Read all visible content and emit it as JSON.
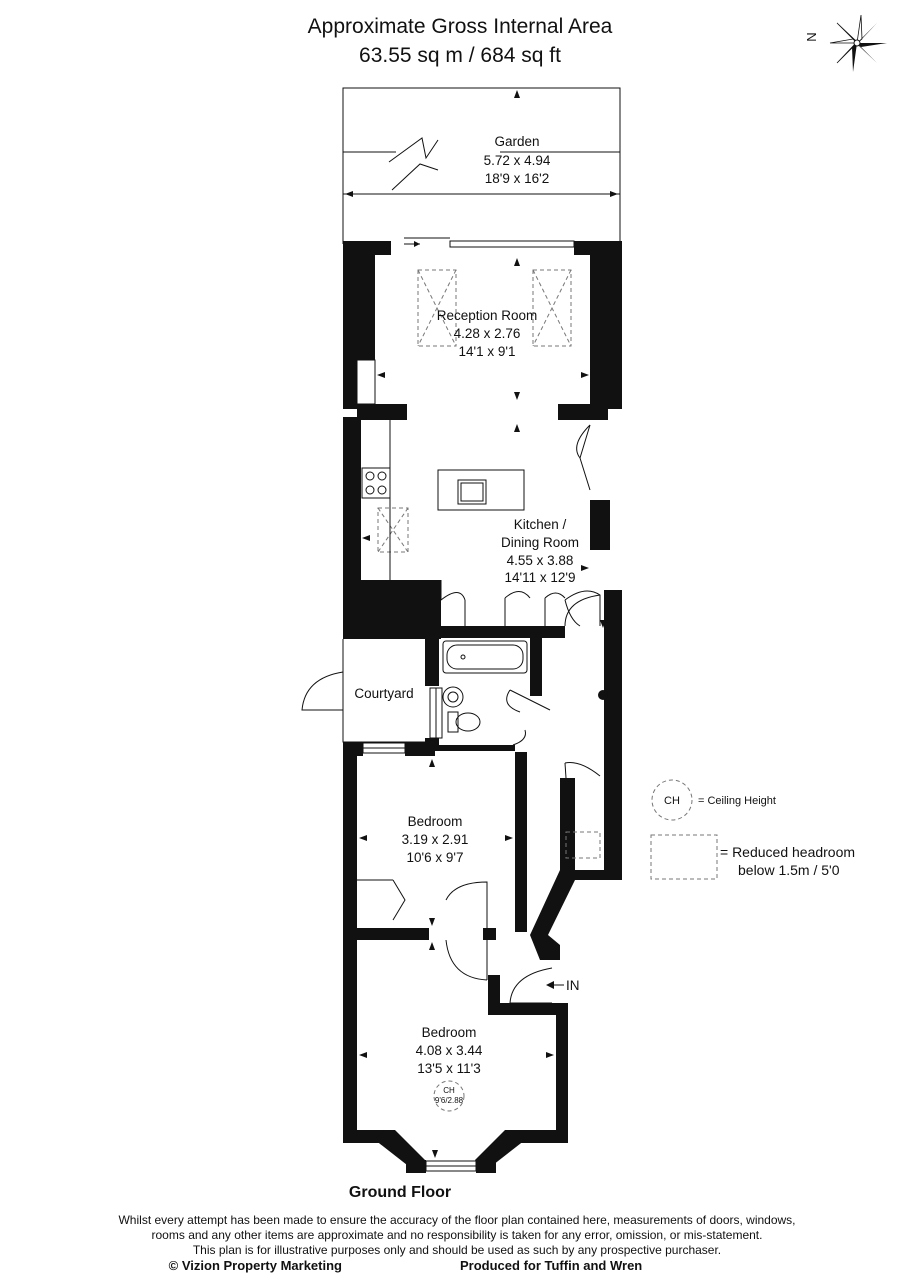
{
  "header": {
    "title": "Approximate Gross Internal Area",
    "area": "63.55 sq m / 684 sq ft"
  },
  "compass": {
    "letter": "N"
  },
  "rooms": {
    "garden": {
      "name": "Garden",
      "metric": "5.72 x 4.94",
      "imperial": "18'9 x 16'2"
    },
    "reception": {
      "name": "Reception Room",
      "metric": "4.28 x 2.76",
      "imperial": "14'1 x 9'1"
    },
    "kitchen": {
      "name_line1": "Kitchen /",
      "name_line2": "Dining Room",
      "metric": "4.55 x 3.88",
      "imperial": "14'11 x 12'9"
    },
    "courtyard": {
      "name": "Courtyard"
    },
    "bedroom1": {
      "name": "Bedroom",
      "metric": "3.19 x 2.91",
      "imperial": "10'6 x 9'7"
    },
    "bedroom2": {
      "name": "Bedroom",
      "metric": "4.08 x 3.44",
      "imperial": "13'5 x 11'3",
      "ch_label": "CH",
      "ch_value": "9'6/2.88"
    }
  },
  "entrance": {
    "label": "IN"
  },
  "legend": {
    "ch_symbol": "CH",
    "ch_text": "= Ceiling Height",
    "headroom_line1": "= Reduced headroom",
    "headroom_line2": "below 1.5m / 5'0"
  },
  "floor_label": "Ground Floor",
  "disclaimer": {
    "line1": "Whilst every attempt has been made to ensure the accuracy of the floor plan contained here, measurements of doors, windows,",
    "line2": "rooms and any other items are approximate and no responsibility is taken for any error, omission, or mis-statement.",
    "line3": "This plan is for illustrative purposes only and should be used as such by any prospective purchaser."
  },
  "credits": {
    "left": "© Vizion Property Marketing",
    "right": "Produced for Tuffin and Wren"
  }
}
